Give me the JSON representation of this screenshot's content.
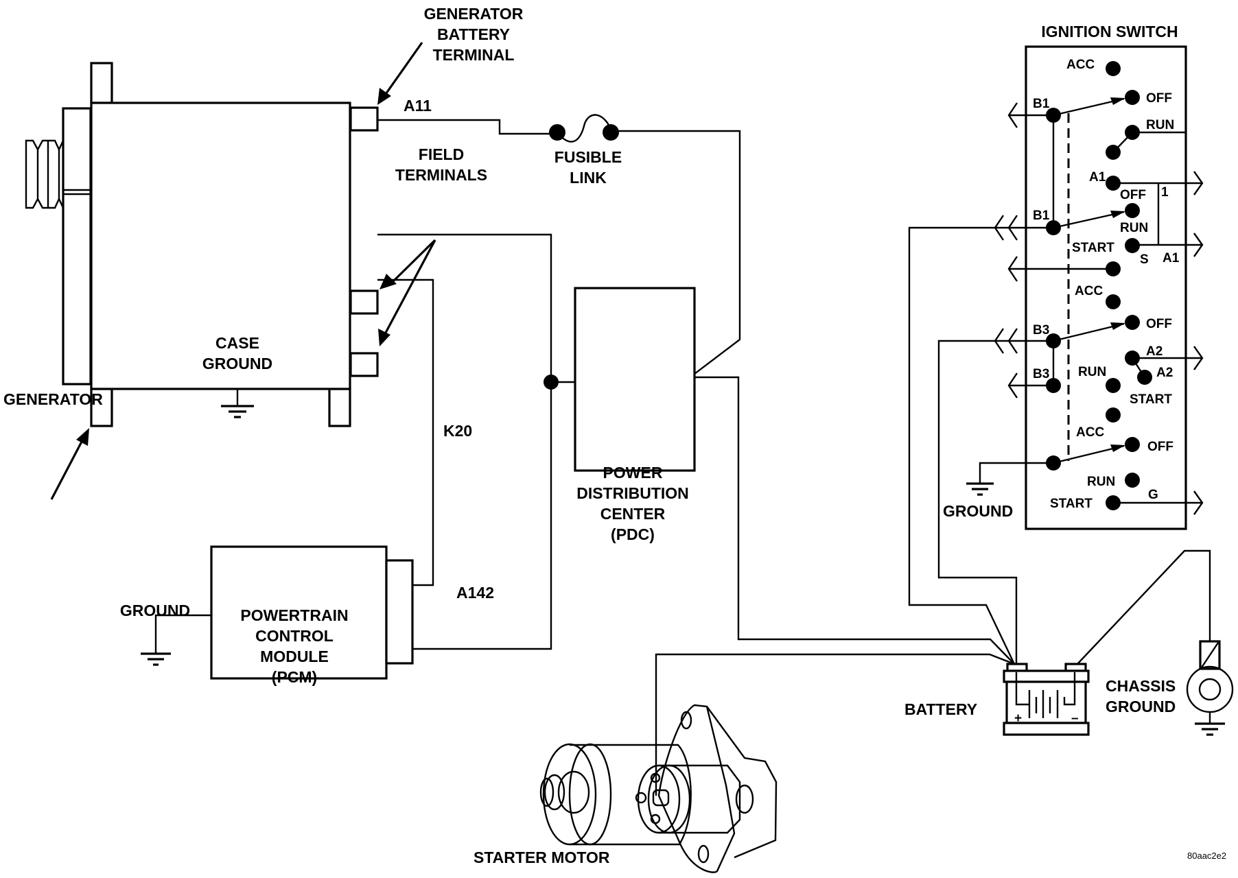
{
  "diagram": {
    "title": "Charging System Schematic",
    "figure_code": "80aac2e2",
    "colors": {
      "ink": "#000000",
      "background": "#ffffff"
    },
    "labels": {
      "generator_battery_terminal": [
        "GENERATOR",
        "BATTERY",
        "TERMINAL"
      ],
      "field_terminals": [
        "FIELD",
        "TERMINALS"
      ],
      "generator": "GENERATOR",
      "case_ground": [
        "CASE",
        "GROUND"
      ],
      "fusible_link": [
        "FUSIBLE",
        "LINK"
      ],
      "pdc": [
        "POWER",
        "DISTRIBUTION",
        "CENTER",
        "(PDC)"
      ],
      "pcm": [
        "POWERTRAIN",
        "CONTROL",
        "MODULE",
        "(PCM)"
      ],
      "pcm_ground": "GROUND",
      "starter_motor": "STARTER MOTOR",
      "battery": "BATTERY",
      "battery_plus": "+",
      "battery_minus": "–",
      "chassis_ground": [
        "CHASSIS",
        "GROUND"
      ],
      "ignition_switch": "IGNITION SWITCH",
      "switch_ground": "GROUND"
    },
    "circuits": {
      "a11": "A11",
      "k20": "K20",
      "a142": "A142"
    },
    "ignition_switch": {
      "acc_1": "ACC",
      "off_1": "OFF",
      "run_1": "RUN",
      "b1_upper": "B1",
      "b1_lower": "B1",
      "a1_in": "A1",
      "off_2": "OFF",
      "one": "1",
      "run_2": "RUN",
      "start_2": "START",
      "s": "S",
      "a1_out": "A1",
      "acc_2": "ACC",
      "b3_upper": "B3",
      "off_3": "OFF",
      "a2_upper": "A2",
      "a2_lower": "A2",
      "b3_lower": "B3",
      "run_3": "RUN",
      "start_3": "START",
      "acc_3": "ACC",
      "off_4": "OFF",
      "run_4": "RUN",
      "start_4": "START",
      "g": "G"
    }
  }
}
